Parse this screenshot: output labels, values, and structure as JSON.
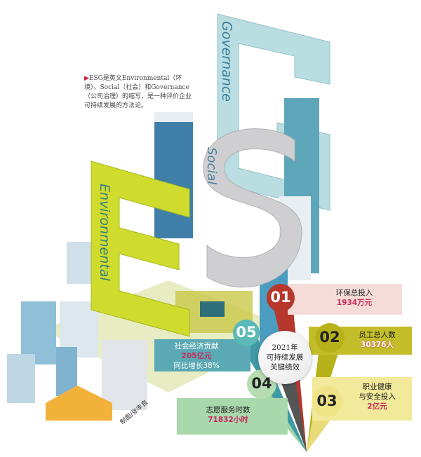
{
  "intro": {
    "marker": "▶",
    "text": "ESG是英文Environmental（环境）、Social（社会）和Governance（公司治理）的缩写，是一种评价企业可持续发展的方法论。"
  },
  "letters": {
    "governance": "Governance",
    "social": "Social",
    "environmental": "Environmental"
  },
  "center": {
    "line1": "2021年",
    "line2": "可持续发展",
    "line3": "关键绩效"
  },
  "metrics": [
    {
      "number": "01",
      "label": "环保总投入",
      "value": "1934万元",
      "color": "#b8372c",
      "box_color": "#f6dcd8"
    },
    {
      "number": "02",
      "label": "员工总人数",
      "value": "30376人",
      "color": "#b8b21a",
      "box_color": "#c3bd2a"
    },
    {
      "number": "03",
      "label": "职业健康与安全投入",
      "label_line1": "职业健康",
      "label_line2": "与安全投入",
      "value": "2亿元",
      "color": "#e9dc78",
      "box_color": "#f2e99a"
    },
    {
      "number": "04",
      "label": "志愿服务时数",
      "value": "71832小时",
      "color": "#b6dcb1",
      "box_color": "#a9d8ac"
    },
    {
      "number": "05",
      "label": "社会经济贡献",
      "value": "205亿元",
      "extra": "同比增长38%",
      "color": "#5bbab7",
      "box_color": "#5aa9b4"
    }
  ],
  "credit": "制图/张丰良"
}
